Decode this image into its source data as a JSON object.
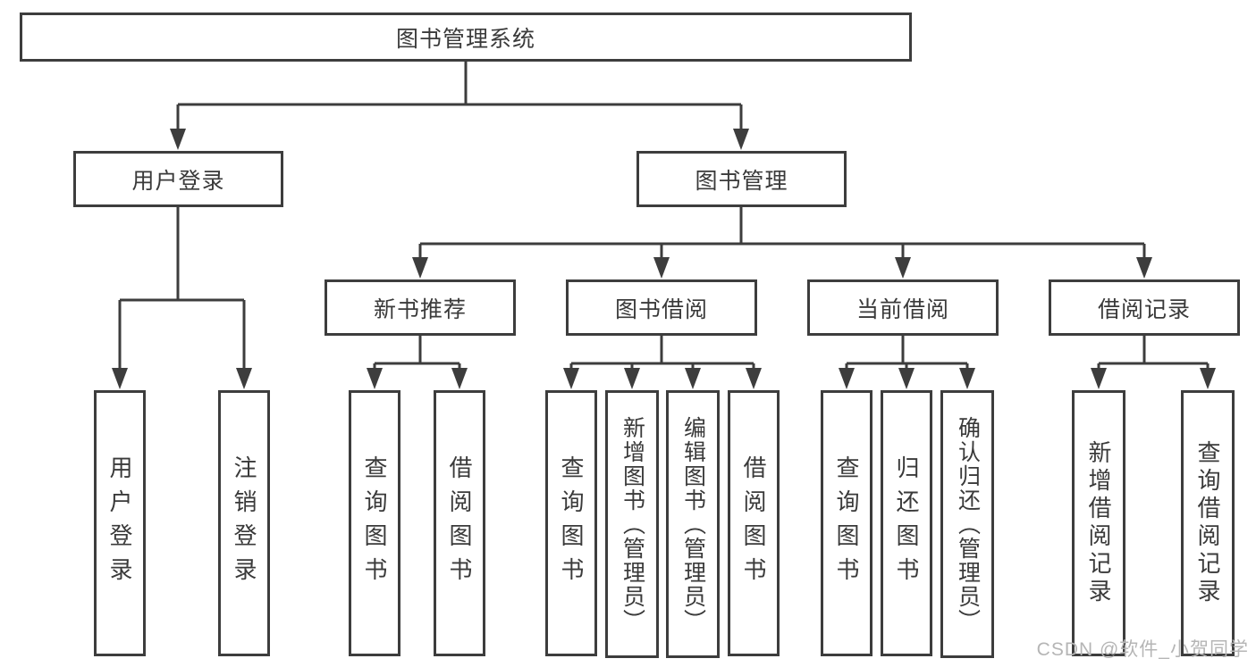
{
  "colors": {
    "line": "#3d3d3d",
    "text": "#3a3a3a",
    "box_background": "#ffffff",
    "page_background": "#ffffff",
    "watermark": "#b5b5b5"
  },
  "watermark": {
    "text": "CSDN @软件_小贺同学"
  },
  "tree": {
    "root": {
      "label": "图书管理系统"
    },
    "branches": [
      {
        "label": "用户登录",
        "children": [
          {
            "label": "用户登录"
          },
          {
            "label": "注销登录"
          }
        ]
      },
      {
        "label": "图书管理",
        "children": [
          {
            "label": "新书推荐",
            "children": [
              {
                "label": "查询图书"
              },
              {
                "label": "借阅图书"
              }
            ]
          },
          {
            "label": "图书借阅",
            "children": [
              {
                "label": "查询图书"
              },
              {
                "label": "新增图书（管理员）"
              },
              {
                "label": "编辑图书（管理员）"
              },
              {
                "label": "借阅图书"
              }
            ]
          },
          {
            "label": "当前借阅",
            "children": [
              {
                "label": "查询图书"
              },
              {
                "label": "归还图书"
              },
              {
                "label": "确认归还（管理员）"
              }
            ]
          },
          {
            "label": "借阅记录",
            "children": [
              {
                "label": "新增借阅记录"
              },
              {
                "label": "查询借阅记录"
              }
            ]
          }
        ]
      }
    ]
  }
}
